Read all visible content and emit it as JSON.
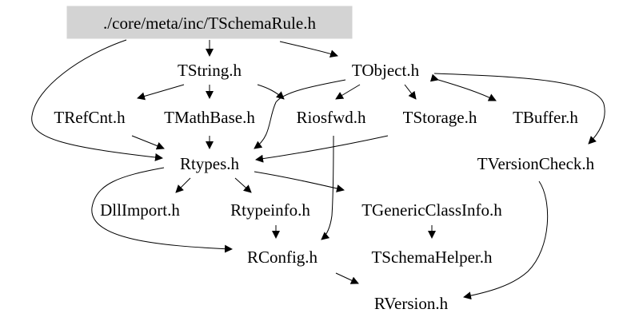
{
  "nodes": {
    "tschemarule": "./core/meta/inc/TSchemaRule.h",
    "tstring": "TString.h",
    "tobject": "TObject.h",
    "trefcnt": "TRefCnt.h",
    "tmathbase": "TMathBase.h",
    "riosfwd": "Riosfwd.h",
    "tstorage": "TStorage.h",
    "tbuffer": "TBuffer.h",
    "rtypes": "Rtypes.h",
    "tversioncheck": "TVersionCheck.h",
    "dllimport": "DllImport.h",
    "rtypeinfo": "Rtypeinfo.h",
    "tgenericclassinfo": "TGenericClassInfo.h",
    "rconfig": "RConfig.h",
    "tschemahelper": "TSchemaHelper.h",
    "rversion": "RVersion.h"
  },
  "colors": {
    "root_fill": "#d3d3d3",
    "edge": "#000000",
    "text": "#000000"
  }
}
